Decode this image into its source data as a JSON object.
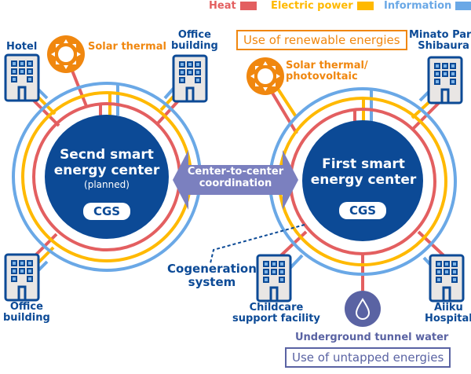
{
  "legend": {
    "items": [
      {
        "label": "Heat",
        "color": "#e35f60"
      },
      {
        "label": "Electric power",
        "color": "#ffb900"
      },
      {
        "label": "Information",
        "color": "#6aa8e6"
      }
    ]
  },
  "colors": {
    "navy": "#0c4a96",
    "orange": "#f0870f",
    "purple_arrow": "#7b80bf",
    "water": "#5a63a3"
  },
  "centers": {
    "second": {
      "title_line1": "Secnd smart",
      "title_line2": "energy center",
      "note": "(planned)",
      "badge": "CGS"
    },
    "first": {
      "title_line1": "First smart",
      "title_line2": "energy center",
      "badge": "CGS"
    }
  },
  "coordination": {
    "line1": "Center-to-center",
    "line2": "coordination"
  },
  "buildings": {
    "hotel": "Hotel",
    "office_top_line1": "Office",
    "office_top_line2": "building",
    "office_bottom_line1": "Office",
    "office_bottom_line2": "building",
    "minato_line1": "Minato Park",
    "minato_line2": "Shibaura",
    "childcare_line1": "Childcare",
    "childcare_line2": "support facility",
    "aiiku_line1": "Aiiku",
    "aiiku_line2": "Hospital"
  },
  "sources": {
    "solar_thermal": "Solar thermal",
    "solar_pv_line1": "Solar thermal/",
    "solar_pv_line2": "photovoltaic",
    "tunnel_water": "Underground tunnel water"
  },
  "callouts": {
    "renewable": "Use of renewable energies",
    "untapped": "Use of untapped energies",
    "cogeneration_line1": "Cogeneration",
    "cogeneration_line2": "system"
  }
}
